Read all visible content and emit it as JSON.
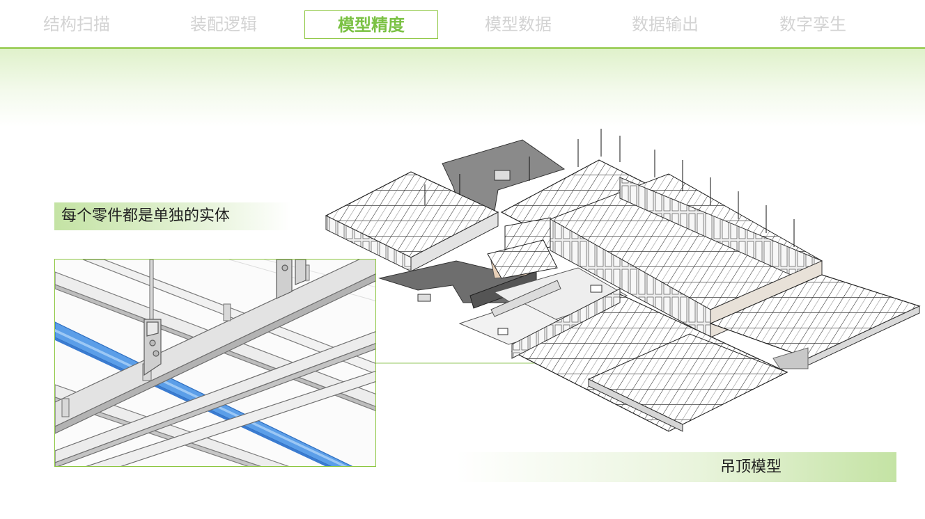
{
  "nav": {
    "tabs": [
      {
        "label": "结构扫描",
        "active": false
      },
      {
        "label": "装配逻辑",
        "active": false
      },
      {
        "label": "模型精度",
        "active": true
      },
      {
        "label": "模型数据",
        "active": false
      },
      {
        "label": "数据输出",
        "active": false
      },
      {
        "label": "数字孪生",
        "active": false
      }
    ]
  },
  "detail": {
    "caption": "每个零件都是单独的实体"
  },
  "model": {
    "caption": "吊顶模型"
  },
  "colors": {
    "accent": "#8cc63f",
    "active_text": "#7ac143",
    "inactive_text": "#d3d3d3",
    "highlight_part": "#4a90e2"
  }
}
